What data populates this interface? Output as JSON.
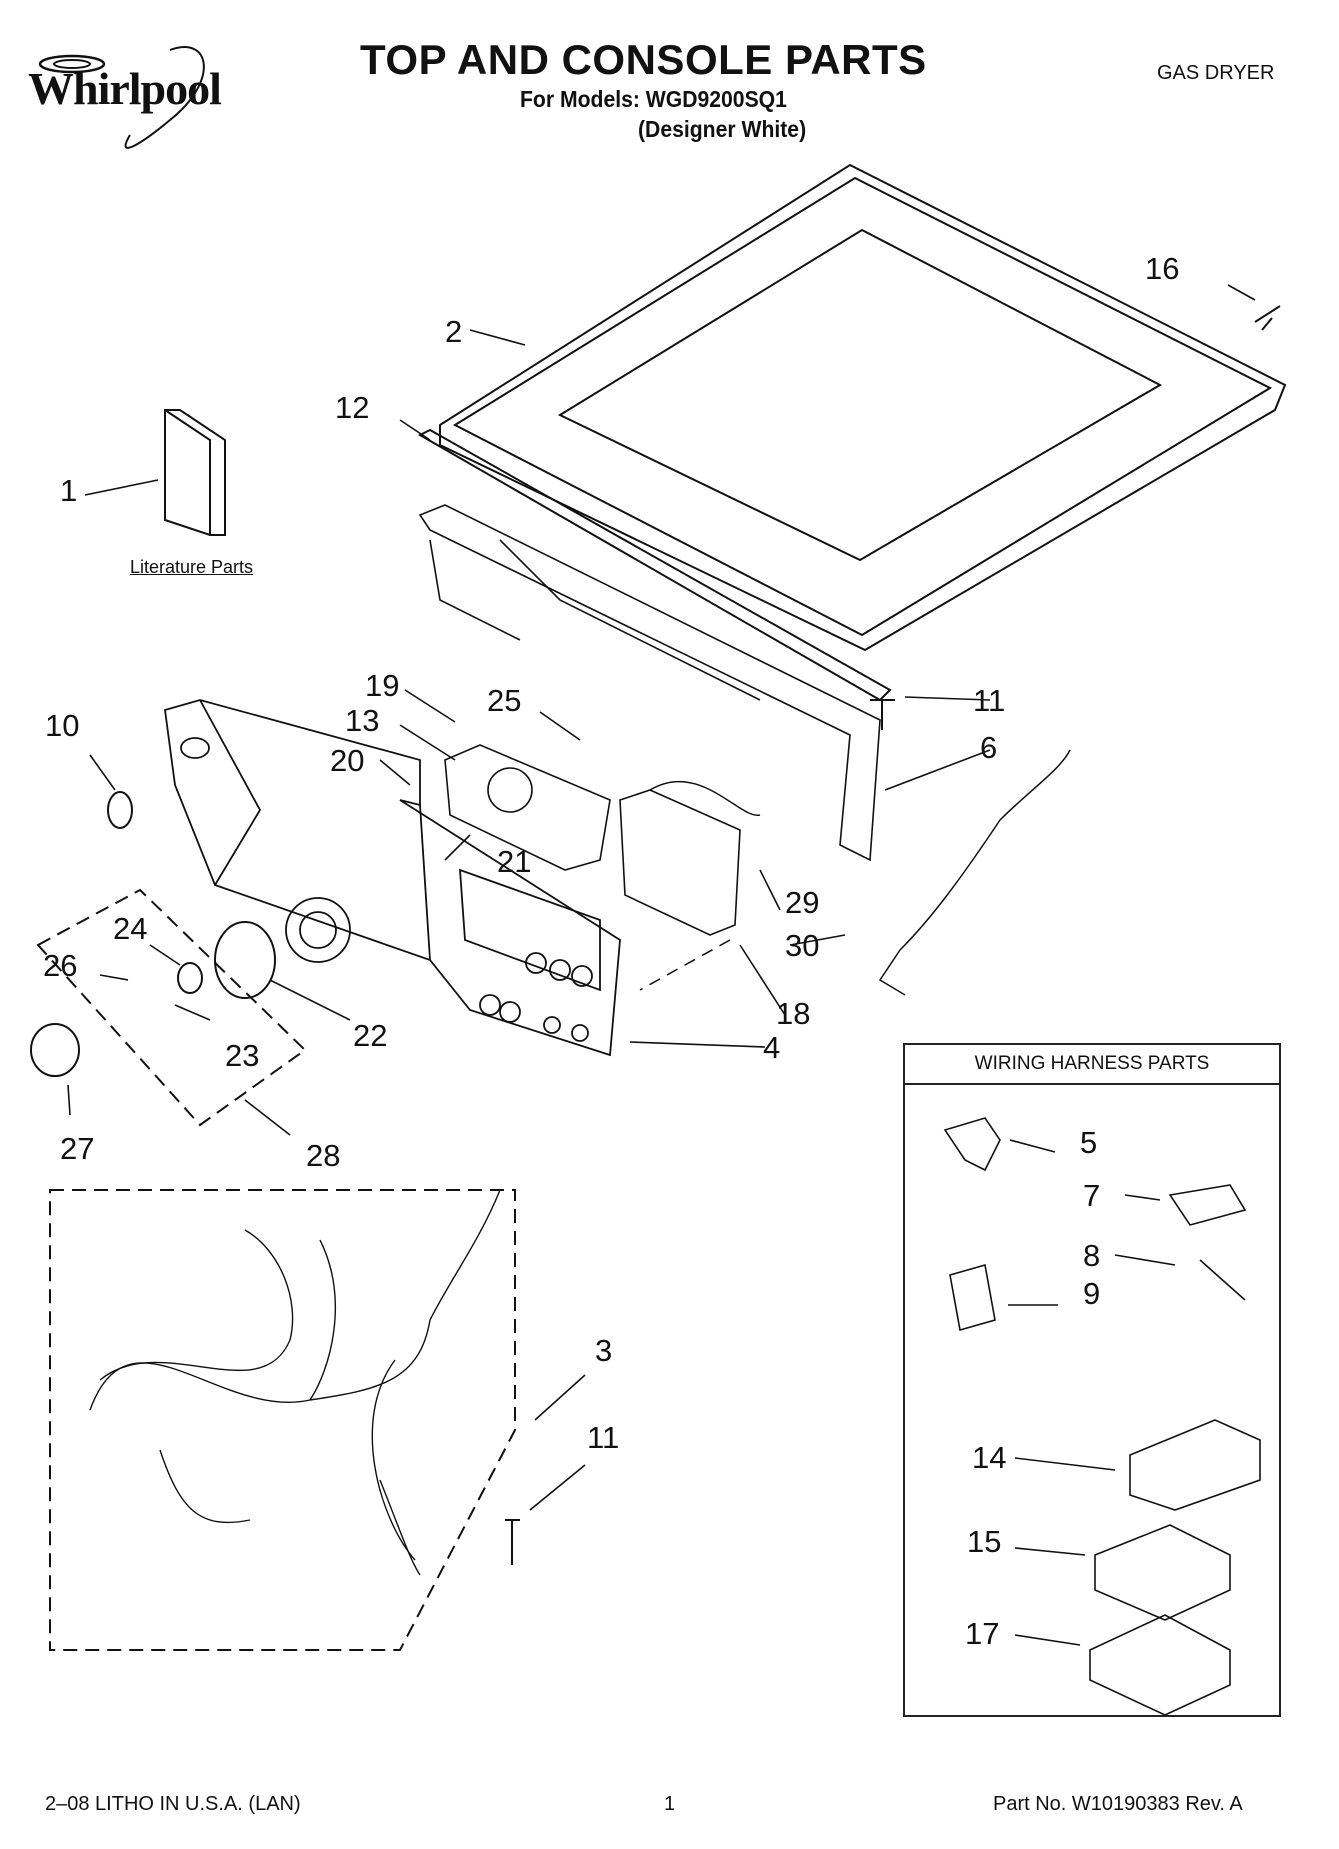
{
  "header": {
    "brand": "Whirlpool",
    "title": "TOP AND CONSOLE PARTS",
    "subtitle": "For Models: WGD9200SQ1",
    "model_variant": "(Designer White)",
    "product_type": "GAS DRYER"
  },
  "literature_label": "Literature Parts",
  "wiring_box_title": "WIRING HARNESS PARTS",
  "part_numbers": {
    "p1": "1",
    "p2": "2",
    "p3": "3",
    "p4": "4",
    "p5": "5",
    "p6": "6",
    "p7": "7",
    "p8": "8",
    "p9": "9",
    "p10": "10",
    "p11a": "11",
    "p11b": "11",
    "p12": "12",
    "p13": "13",
    "p14": "14",
    "p15": "15",
    "p16": "16",
    "p17": "17",
    "p18": "18",
    "p19": "19",
    "p20": "20",
    "p21": "21",
    "p22": "22",
    "p23": "23",
    "p24": "24",
    "p25": "25",
    "p26": "26",
    "p27": "27",
    "p28": "28",
    "p29": "29",
    "p30": "30"
  },
  "footer": {
    "print_info": "2–08 LITHO IN U.S.A. (LAN)",
    "page_number": "1",
    "part_no": "Part No. W10190383 Rev. A"
  }
}
